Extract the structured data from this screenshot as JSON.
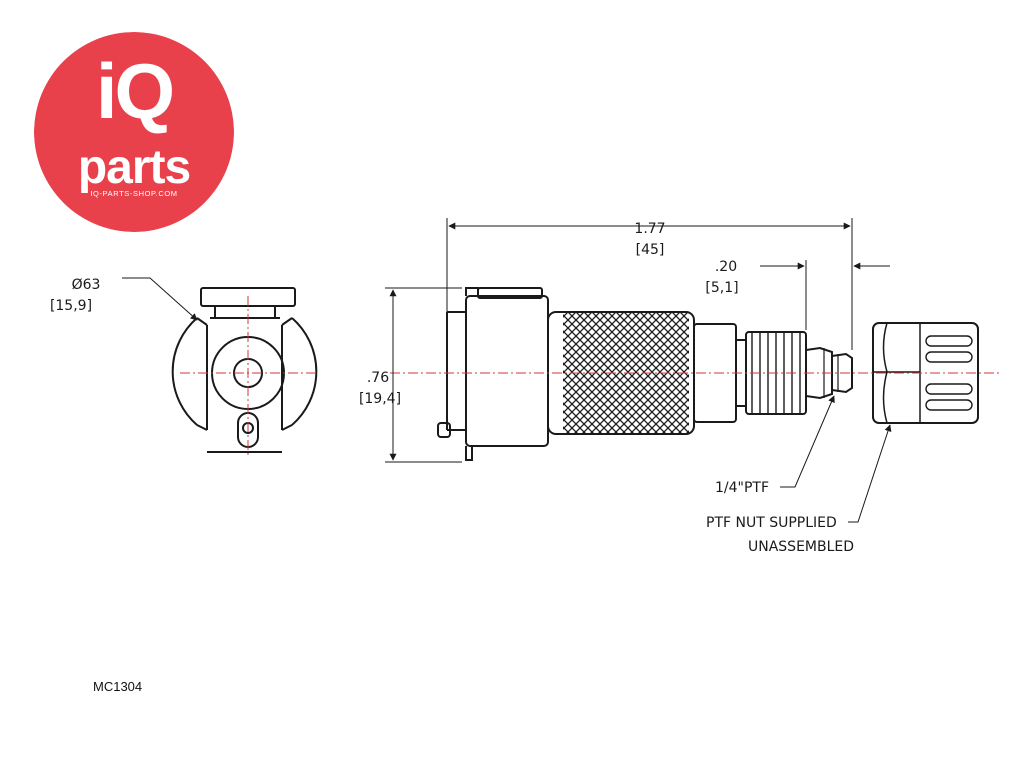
{
  "logo": {
    "brand_top": "iQ",
    "brand_bottom": "parts",
    "url": "IQ-PARTS-SHOP.COM",
    "color": "#e8414b"
  },
  "dimensions": {
    "diameter": "Ø63",
    "diameter_mm": "[15,9]",
    "length": "1.77",
    "length_mm": "[45]",
    "height": ".76",
    "height_mm": "[19,4]",
    "thread_len": ".20",
    "thread_len_mm": "[5,1]"
  },
  "callouts": {
    "thread": "1/4\"PTF",
    "nut_line1": "PTF NUT SUPPLIED",
    "nut_line2": "UNASSEMBLED"
  },
  "part_number": "MC1304",
  "colors": {
    "line": "#1a1a1a",
    "centerline": "#d0343a"
  }
}
